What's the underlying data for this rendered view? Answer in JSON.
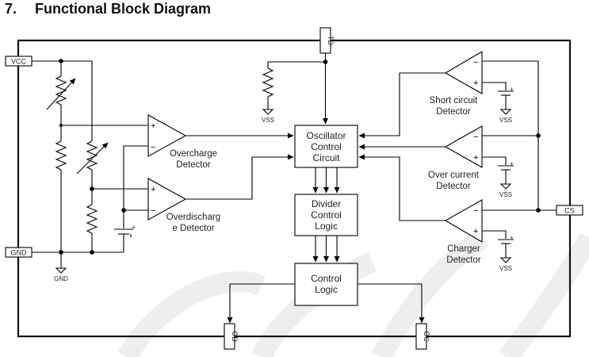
{
  "heading": {
    "number": "7.",
    "title": "Functional Block Diagram"
  },
  "pins": {
    "vcc": "VCC",
    "gnd": "GND",
    "td": "TD",
    "cs": "CS",
    "od": "OD",
    "oc": "OC"
  },
  "ground_labels": {
    "gnd": "GND",
    "vss": "VSS"
  },
  "blocks": {
    "oscillator": [
      "Oscillator",
      "Control",
      "Circuit"
    ],
    "divider": [
      "Divider",
      "Control",
      "Logic"
    ],
    "control": [
      "Control",
      "Logic"
    ]
  },
  "detectors": {
    "overcharge": [
      "Overcharge",
      "Detector"
    ],
    "overdischarge": [
      "Overdischarg",
      "e Detector"
    ],
    "short_circuit": [
      "Short circuit",
      "Detector"
    ],
    "over_current": [
      "Over current",
      "Detector"
    ],
    "charger": [
      "Charger",
      "Detector"
    ]
  },
  "symbols": {
    "plus": "+",
    "minus": "−"
  }
}
